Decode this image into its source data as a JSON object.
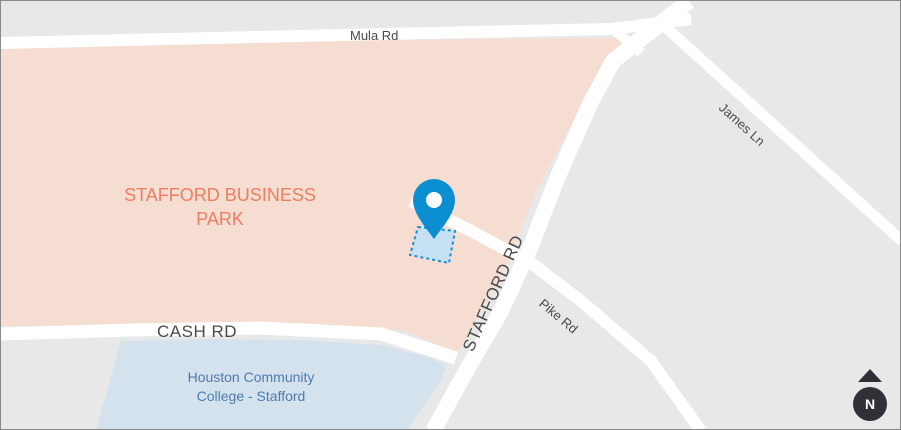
{
  "map": {
    "roads": {
      "mula": "Mula Rd",
      "james": "James Ln",
      "cash": "CASH RD",
      "stafford": "STAFFORD RD",
      "pike": "Pike Rd"
    },
    "areas": {
      "business_park_line1": "STAFFORD BUSINESS",
      "business_park_line2": "PARK",
      "college_line1": "Houston Community",
      "college_line2": "College - Stafford"
    },
    "compass": {
      "label": "N"
    },
    "colors": {
      "background": "#e8e8e8",
      "road": "#ffffff",
      "business_park": "#f5ddd2",
      "college": "#d4e2ee",
      "marker": "#0b8fd0",
      "parcel": "#c5e1f3",
      "area_label": "#ef7d5f",
      "college_label": "#4d7bb0",
      "compass": "#2f3136"
    }
  }
}
